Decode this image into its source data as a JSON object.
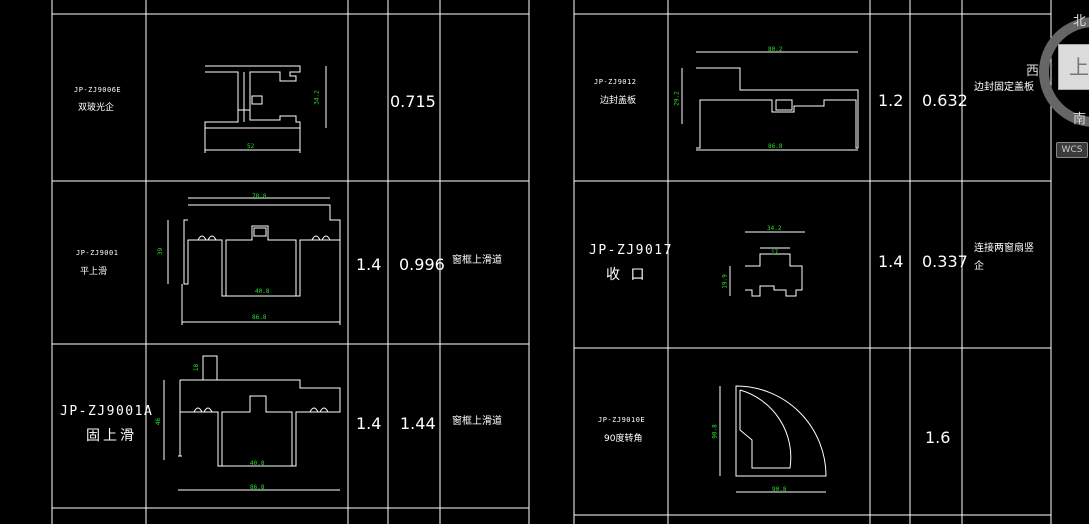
{
  "table": {
    "left": {
      "rows": [
        {
          "code": "JP-ZJ9006E",
          "name": "双玻光企",
          "weight": "",
          "price": "0.715",
          "desc": "",
          "dims": {
            "width": "52",
            "height": "34.2"
          }
        },
        {
          "code": "JP-ZJ9001",
          "name": "平上滑",
          "weight": "1.4",
          "price": "0.996",
          "desc": "窗框上滑道",
          "dims": {
            "top": "78.8",
            "mid": "40.8",
            "bottom": "86.8",
            "height": "39"
          }
        },
        {
          "code": "JP-ZJ9001A",
          "name": "固上滑",
          "weight": "1.4",
          "price": "1.44",
          "desc": "窗框上滑道",
          "dims": {
            "small": "18",
            "height": "46",
            "mid": "40.8",
            "bottom": "86.8"
          }
        }
      ]
    },
    "right": {
      "rows": [
        {
          "code": "JP-ZJ9012",
          "name": "边封盖板",
          "weight": "1.2",
          "price": "0.632",
          "desc": "边封固定盖板",
          "dims": {
            "top": "80.2",
            "height": "29.2",
            "bottom": "86.8"
          }
        },
        {
          "code": "JP-ZJ9017",
          "name": "收 口",
          "weight": "1.4",
          "price": "0.337",
          "desc": "连接两窗扇竖企",
          "dims": {
            "top": "34.2",
            "inner": "17",
            "height": "19.9"
          }
        },
        {
          "code": "JP-ZJ9010E",
          "name": "90度转角",
          "weight": "",
          "price": "1.6",
          "desc": "",
          "dims": {
            "height": "90.8",
            "bottom": "90.8"
          }
        }
      ]
    }
  },
  "viewcube": {
    "north": "北",
    "west": "西",
    "south": "南",
    "face": "上",
    "wcs": "WCS"
  },
  "colors": {
    "line": "#ffffff",
    "dimension": "#22e022",
    "background": "#000000"
  }
}
